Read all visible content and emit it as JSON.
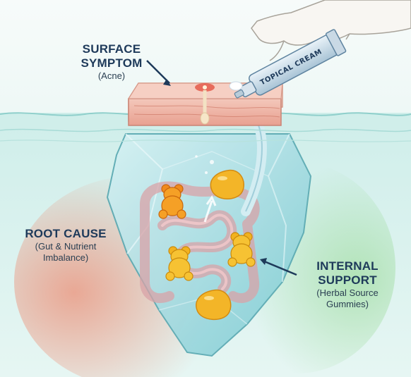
{
  "labels": {
    "surface_title_line1": "SURFACE",
    "surface_title_line2": "SYMPTOM",
    "surface_sub": "(Acne)",
    "root_title": "ROOT CAUSE",
    "root_sub_line1": "(Gut & Nutrient",
    "root_sub_line2": "Imbalance)",
    "internal_title_line1": "INTERNAL",
    "internal_title_line2": "SUPPORT",
    "internal_sub_line1": "(Herbal Source",
    "internal_sub_line2": "Gummies)"
  },
  "tube": {
    "label": "TOPICAL CREAM"
  },
  "icons": [
    "skin-block-icon",
    "cream-tube-icon",
    "hand-icon",
    "iceberg-icon",
    "intestine-icon",
    "gummy-bear-icon",
    "gummy-drop-icon",
    "arrow-icon"
  ],
  "colors": {
    "water": "#bfe6e2",
    "skin": "#f1b9aa",
    "iceberg": "#b7e3e8",
    "gummy": "#f3b528",
    "root_glow": "#f26a4a",
    "support_glow": "#8fd68a",
    "label_text": "#1e3a5a"
  }
}
